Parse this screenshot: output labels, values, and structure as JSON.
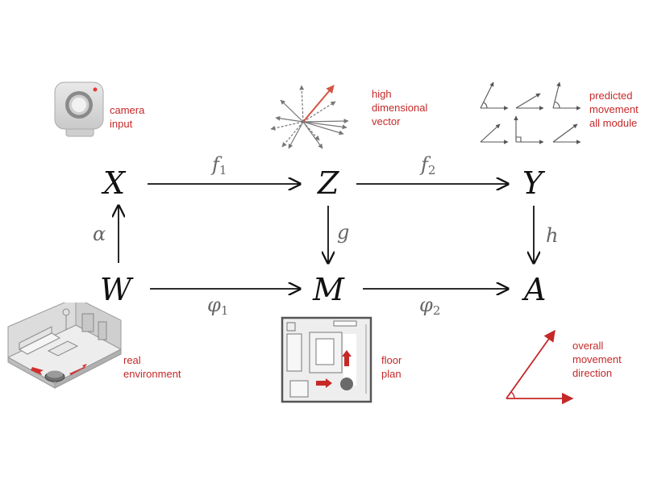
{
  "nodes": {
    "X": "X",
    "Z": "Z",
    "Y": "Y",
    "W": "W",
    "M": "M",
    "A": "A"
  },
  "arrow_labels": {
    "f1": {
      "base": "f",
      "sub": "1"
    },
    "f2": {
      "base": "f",
      "sub": "2"
    },
    "g": {
      "base": "g",
      "sub": ""
    },
    "h": {
      "base": "h",
      "sub": ""
    },
    "alpha": {
      "base": "α",
      "sub": ""
    },
    "phi1": {
      "base": "φ",
      "sub": "1"
    },
    "phi2": {
      "base": "φ",
      "sub": "2"
    }
  },
  "captions": {
    "camera": [
      "camera",
      "input"
    ],
    "vector": [
      "high",
      "dimensional",
      "vector"
    ],
    "predicted": [
      "predicted",
      "movement",
      "all module"
    ],
    "environment": [
      "real",
      "environment"
    ],
    "floorplan": [
      "floor",
      "plan"
    ],
    "overall": [
      "overall",
      "movement",
      "direction"
    ]
  },
  "colors": {
    "accent": "#c62828",
    "ink": "#111111",
    "label_gray": "#666666"
  },
  "icons": {
    "camera": "camera-icon",
    "vector": "vector-burst-icon",
    "predicted": "angle-grid-icon",
    "environment": "isometric-room-icon",
    "floorplan": "floor-plan-icon",
    "overall": "movement-direction-icon"
  }
}
